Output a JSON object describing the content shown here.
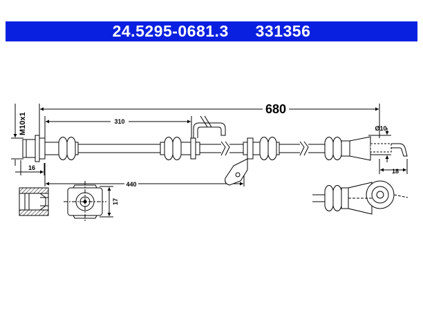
{
  "header": {
    "part_number": "24.5295-0681.3",
    "ref_number": "331356",
    "background_color": "#0a20e0",
    "text_color": "#ffffff"
  },
  "dimensions": {
    "total_length": "680",
    "length_310": "310",
    "length_440": "440",
    "thread": "M10x1",
    "length_16": "16",
    "diameter": "Ø10",
    "length_18": "18",
    "length_17": "17"
  }
}
